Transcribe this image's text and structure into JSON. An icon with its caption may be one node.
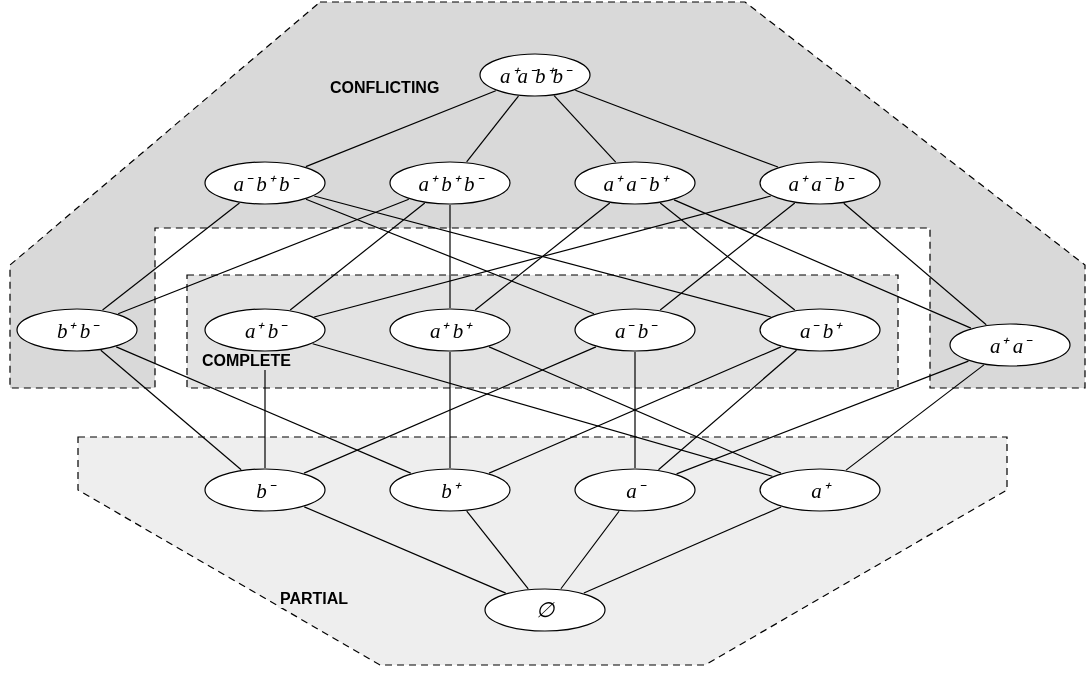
{
  "diagram": {
    "nodes": [
      {
        "text": [
          "CONFLICTING"
        ]
      },
      {
        "text": [
          "a⁺a⁻b⁺b⁻"
        ],
        "in": 0
      },
      {
        "text": [
          "a⁻ b⁺ b⁻"
        ],
        "in": 0
      },
      {
        "text": [
          "a⁺ b⁺ b⁻"
        ],
        "in": 0
      },
      {
        "text": [
          "a⁺ a⁻ b⁺"
        ],
        "in": 0
      },
      {
        "text": [
          "a⁺ a⁻ b⁻"
        ],
        "in": 0
      },
      {
        "text": [
          "b⁺ b⁻"
        ],
        "in": 0
      },
      {
        "text": [
          "COMPLETE"
        ]
      },
      {
        "text": [
          "a⁺ b⁻"
        ],
        "in": 7
      },
      {
        "text": [
          "a⁺ b⁺"
        ],
        "in": 7
      },
      {
        "text": [
          "a⁻ b⁻"
        ],
        "in": 7
      },
      {
        "text": [
          "a⁻ b⁺"
        ],
        "in": 7
      },
      {
        "text": [
          "a⁺ a⁻"
        ],
        "in": 0
      },
      {
        "text": [
          "PARTIAL"
        ]
      },
      {
        "text": [
          "b⁻"
        ],
        "in": 13
      },
      {
        "text": [
          "b⁺"
        ],
        "in": 13
      },
      {
        "text": [
          "a⁻"
        ],
        "in": 13
      },
      {
        "text": [
          "a⁺"
        ],
        "in": 13
      },
      {
        "text": [
          "∅"
        ],
        "in": 13
      }
    ],
    "edges": [
      {
        "from": 1,
        "to": 2,
        "arrow": "none"
      },
      {
        "from": 1,
        "to": 3,
        "arrow": "none"
      },
      {
        "from": 1,
        "to": 4,
        "arrow": "none"
      },
      {
        "from": 1,
        "to": 5,
        "arrow": "none"
      },
      {
        "from": 2,
        "to": 6,
        "arrow": "none"
      },
      {
        "from": 2,
        "to": 10,
        "arrow": "none"
      },
      {
        "from": 2,
        "to": 11,
        "arrow": "none"
      },
      {
        "from": 3,
        "to": 6,
        "arrow": "none"
      },
      {
        "from": 3,
        "to": 8,
        "arrow": "none"
      },
      {
        "from": 3,
        "to": 9,
        "arrow": "none"
      },
      {
        "from": 4,
        "to": 9,
        "arrow": "none"
      },
      {
        "from": 4,
        "to": 11,
        "arrow": "none"
      },
      {
        "from": 4,
        "to": 12,
        "arrow": "none"
      },
      {
        "from": 5,
        "to": 8,
        "arrow": "none"
      },
      {
        "from": 5,
        "to": 10,
        "arrow": "none"
      },
      {
        "from": 5,
        "to": 12,
        "arrow": "none"
      },
      {
        "from": 6,
        "to": 14,
        "arrow": "none"
      },
      {
        "from": 6,
        "to": 15,
        "arrow": "none"
      },
      {
        "from": 8,
        "to": 14,
        "arrow": "none"
      },
      {
        "from": 8,
        "to": 17,
        "arrow": "none"
      },
      {
        "from": 9,
        "to": 15,
        "arrow": "none"
      },
      {
        "from": 9,
        "to": 17,
        "arrow": "none"
      },
      {
        "from": 10,
        "to": 16,
        "arrow": "none"
      },
      {
        "from": 10,
        "to": 14,
        "arrow": "none"
      },
      {
        "from": 11,
        "to": 16,
        "arrow": "none"
      },
      {
        "from": 11,
        "to": 15,
        "arrow": "none"
      },
      {
        "from": 12,
        "to": 17,
        "arrow": "none"
      },
      {
        "from": 12,
        "to": 16,
        "arrow": "none"
      },
      {
        "from": 14,
        "to": 18,
        "arrow": "none"
      },
      {
        "from": 15,
        "to": 18,
        "arrow": "none"
      },
      {
        "from": 16,
        "to": 18,
        "arrow": "none"
      },
      {
        "from": 17,
        "to": 18,
        "arrow": "none"
      }
    ]
  }
}
